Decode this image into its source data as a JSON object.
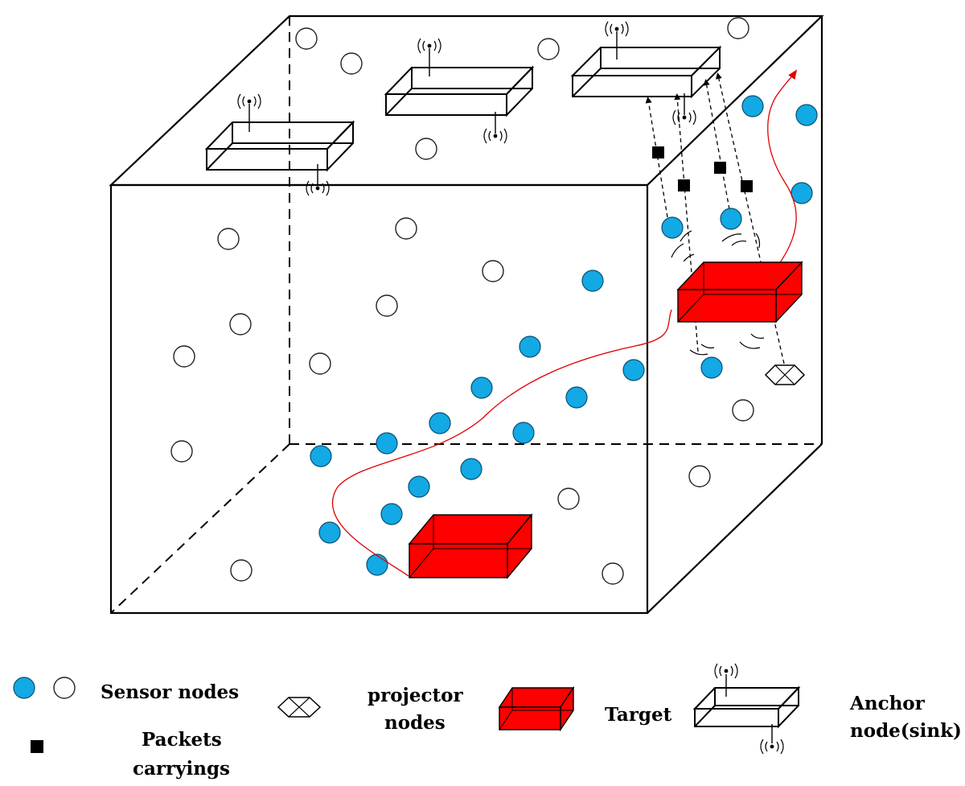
{
  "legend": {
    "sensor_nodes": "Sensor nodes",
    "packets_line1": "Packets",
    "packets_line2": "carryings",
    "projector_line1": "projector",
    "projector_line2": "nodes",
    "target": "Target",
    "anchor_line1": "Anchor",
    "anchor_line2": "node(sink)"
  },
  "colors": {
    "sensor_active": "#12A9E4",
    "sensor_idle": "#FFFFFF",
    "target": "#FF0000",
    "trajectory": "#E00000",
    "packet": "#000000"
  },
  "icons": [
    "antenna-icon",
    "projector-node-icon",
    "packet-icon"
  ]
}
